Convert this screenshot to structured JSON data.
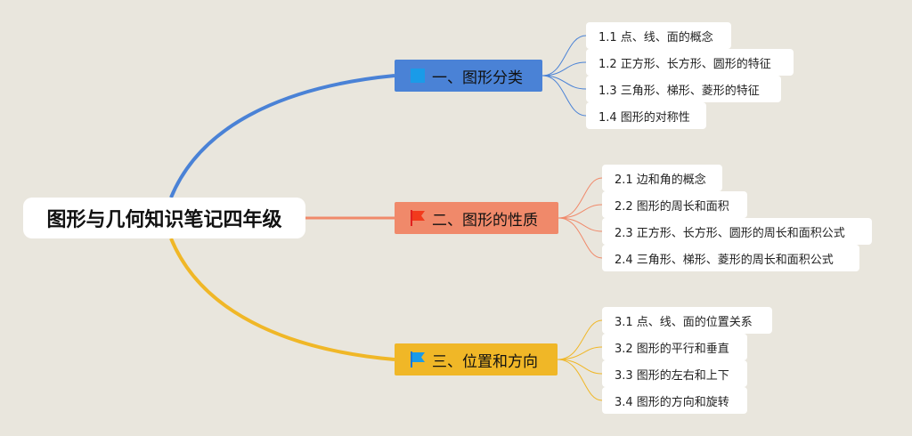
{
  "root": {
    "title": "图形与几何知识笔记四年级"
  },
  "branches": [
    {
      "label": "一、图形分类",
      "color": "#4a82d6",
      "icon": "blue-square-flag-icon",
      "leaves": [
        "1.1 点、线、面的概念",
        "1.2 正方形、长方形、圆形的特征",
        "1.3 三角形、梯形、菱形的特征",
        "1.4 图形的对称性"
      ]
    },
    {
      "label": "二、图形的性质",
      "color": "#f0896a",
      "icon": "red-flag-icon",
      "leaves": [
        "2.1 边和角的概念",
        "2.2 图形的周长和面积",
        "2.3 正方形、长方形、圆形的周长和面积公式",
        "2.4 三角形、梯形、菱形的周长和面积公式"
      ]
    },
    {
      "label": "三、位置和方向",
      "color": "#f0b727",
      "icon": "blue-flag-icon",
      "leaves": [
        "3.1 点、线、面的位置关系",
        "3.2 图形的平行和垂直",
        "3.3 图形的左右和上下",
        "3.4 图形的方向和旋转"
      ]
    }
  ]
}
